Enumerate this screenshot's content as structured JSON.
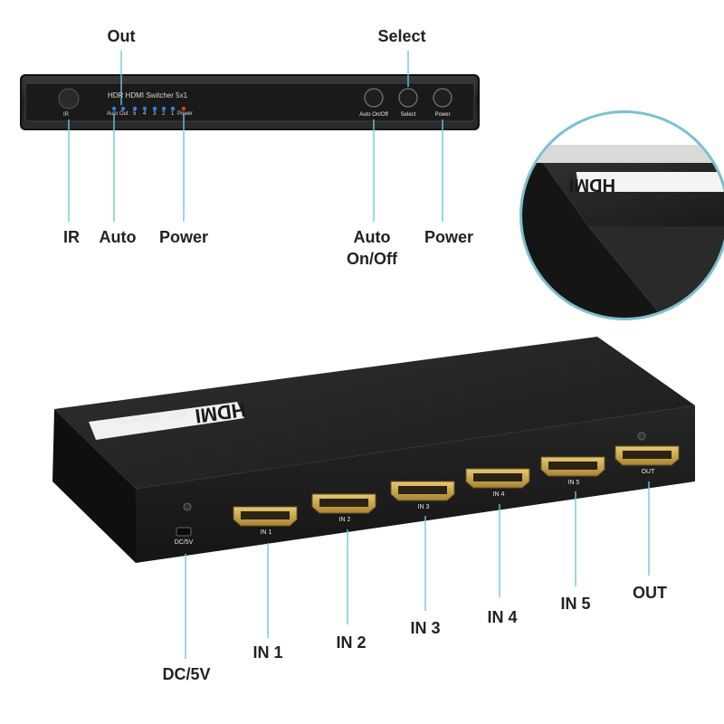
{
  "front_panel": {
    "title": "HDR HDMI Switcher 5x1",
    "ir_label": "IR",
    "led_row_labels": [
      "Auto",
      "Out",
      "5",
      "4",
      "3",
      "2",
      "1",
      "Power"
    ],
    "button_labels": [
      "Auto On/Off",
      "Select",
      "Power"
    ]
  },
  "callouts": {
    "out": "Out",
    "select": "Select",
    "ir": "IR",
    "auto": "Auto",
    "power_led": "Power",
    "auto_onoff_line1": "Auto",
    "auto_onoff_line2": "On/Off",
    "power_button": "Power"
  },
  "device_top_label": {
    "brand": "HDMI",
    "sub": "HDR",
    "model": "Switcher 5x1"
  },
  "rear_ports": {
    "dc_label": "DC/5V",
    "port_labels": [
      "IN 1",
      "IN 2",
      "IN 3",
      "IN 4",
      "IN 5",
      "OUT"
    ]
  },
  "rear_callouts": {
    "dc": "DC/5V",
    "in1": "IN 1",
    "in2": "IN 2",
    "in3": "IN 3",
    "in4": "IN 4",
    "in5": "IN 5",
    "out": "OUT"
  },
  "colors": {
    "device_body": "#1c1c1c",
    "led_blue": "#2f7fe0",
    "led_red": "#e03a2f",
    "hdmi_gold": "#c9a54a",
    "callout_line": "#6fc7d6"
  }
}
